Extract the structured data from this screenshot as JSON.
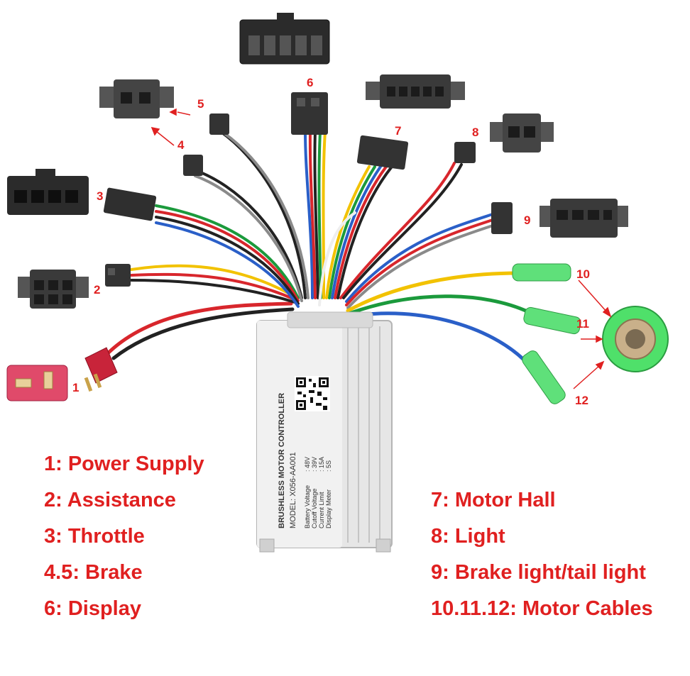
{
  "controller": {
    "title": "BRUSHLESS MOTOR CONTROLLER",
    "model": "MODEL: X056-AA001",
    "specs": [
      {
        "label": "Battery Voltage",
        "value": ": 48V"
      },
      {
        "label": "Cutoff  Voltage",
        "value": ": 39V"
      },
      {
        "label": "Current Limit",
        "value": ": 15A"
      },
      {
        "label": "Display Meter",
        "value": ": 5S"
      }
    ]
  },
  "callouts": [
    "1",
    "2",
    "3",
    "4",
    "5",
    "6",
    "7",
    "8",
    "9",
    "10",
    "11",
    "12"
  ],
  "legend": {
    "left": [
      "1: Power Supply",
      "2: Assistance",
      "3: Throttle",
      "4.5: Brake",
      "6: Display"
    ],
    "right": [
      "7: Motor Hall",
      "8: Light",
      "9: Brake light/tail light",
      "10.11.12: Motor Cables"
    ]
  },
  "colors": {
    "label_red": "#e02020",
    "wire_red": "#d8262c",
    "wire_black": "#222222",
    "wire_gray": "#8a8a8a",
    "wire_yellow": "#f2c200",
    "wire_green": "#1b9a3c",
    "wire_blue": "#2a5fc8",
    "wire_white": "#eeeeee",
    "terminal_green": "#5fe07a",
    "connector_dark": "#333333",
    "plug_pink": "#e04a6a"
  }
}
